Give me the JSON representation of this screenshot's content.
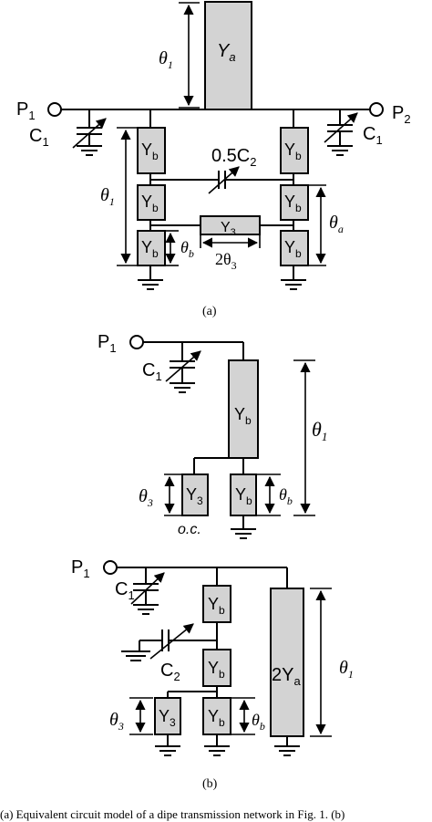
{
  "labels": {
    "Ya": "Y",
    "Ya_sub": "a",
    "Yb": "Y",
    "Yb_sub": "b",
    "Y3": "Y",
    "Y3_sub": "3",
    "twoYa": "2Y",
    "twoYa_sub": "a",
    "P1": "P",
    "P1_sub": "1",
    "P2": "P",
    "P2_sub": "2",
    "C1": "C",
    "C1_sub": "1",
    "C2": "C",
    "C2_sub": "2",
    "halfC2": "0.5C",
    "halfC2_sub": "2",
    "theta": "θ",
    "sub_1": "1",
    "sub_a": "a",
    "sub_b": "b",
    "sub_3": "3",
    "two_theta3": "2θ",
    "two_theta3_sub": "3",
    "oc": "o.c.",
    "caption_a": "(a)",
    "caption_b": "(b)",
    "footer": "(a) Equivalent circuit model of a dipe transmission network in Fig. 1. (b)"
  }
}
